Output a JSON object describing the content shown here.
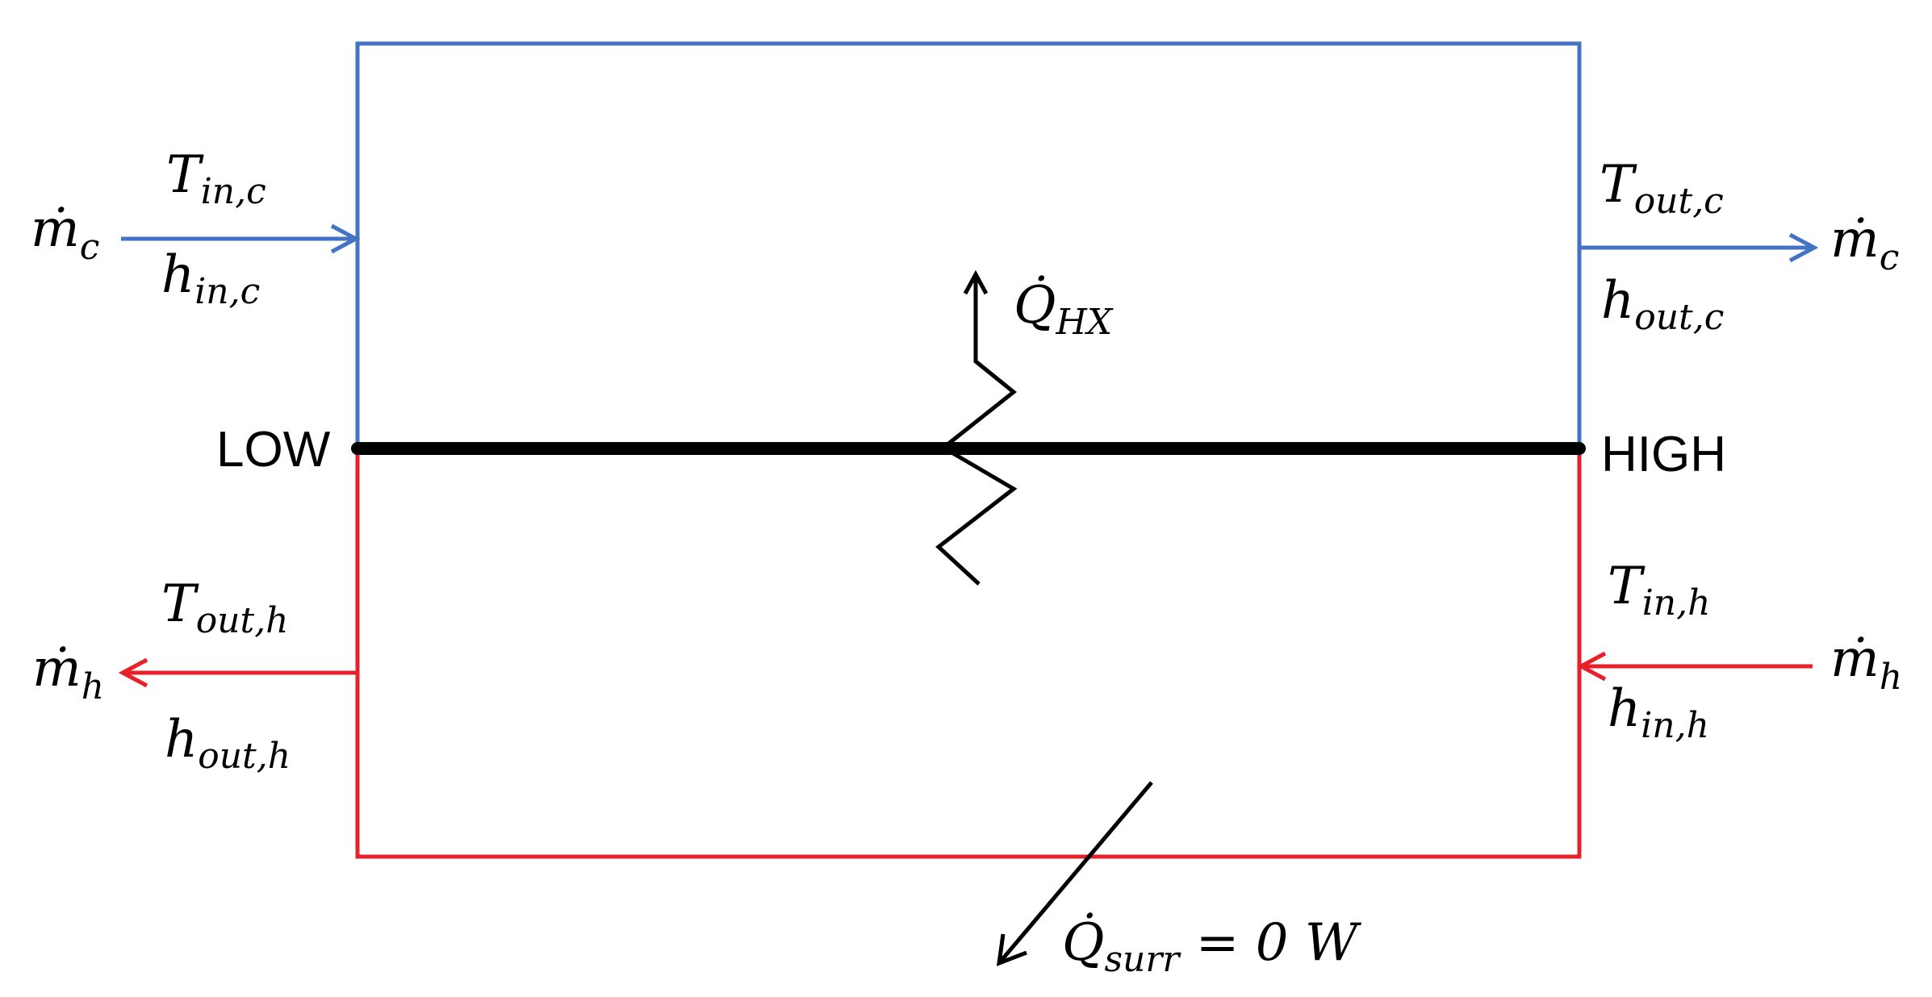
{
  "labels": {
    "low": "LOW",
    "high": "HIGH",
    "mdot_c_in": {
      "base": "ṁ",
      "sub": "c"
    },
    "mdot_c_out": {
      "base": "ṁ",
      "sub": "c"
    },
    "mdot_h_in": {
      "base": "ṁ",
      "sub": "h"
    },
    "mdot_h_out": {
      "base": "ṁ",
      "sub": "h"
    },
    "t_in_c": {
      "base": "T",
      "sub": "in,c"
    },
    "h_in_c": {
      "base": "h",
      "sub": "in,c"
    },
    "t_out_c": {
      "base": "T",
      "sub": "out,c"
    },
    "h_out_c": {
      "base": "h",
      "sub": "out,c"
    },
    "t_out_h": {
      "base": "T",
      "sub": "out,h"
    },
    "h_out_h": {
      "base": "h",
      "sub": "out,h"
    },
    "t_in_h": {
      "base": "T",
      "sub": "in,h"
    },
    "h_in_h": {
      "base": "h",
      "sub": "in,h"
    },
    "q_hx": {
      "base": "Q̇",
      "sub": "HX"
    },
    "q_surr": {
      "base": "Q̇",
      "sub": "surr",
      "rest": " = 0 W"
    }
  },
  "colors": {
    "cold_stream": "#4472C4",
    "hot_stream": "#E8202A",
    "wall": "#000000"
  }
}
